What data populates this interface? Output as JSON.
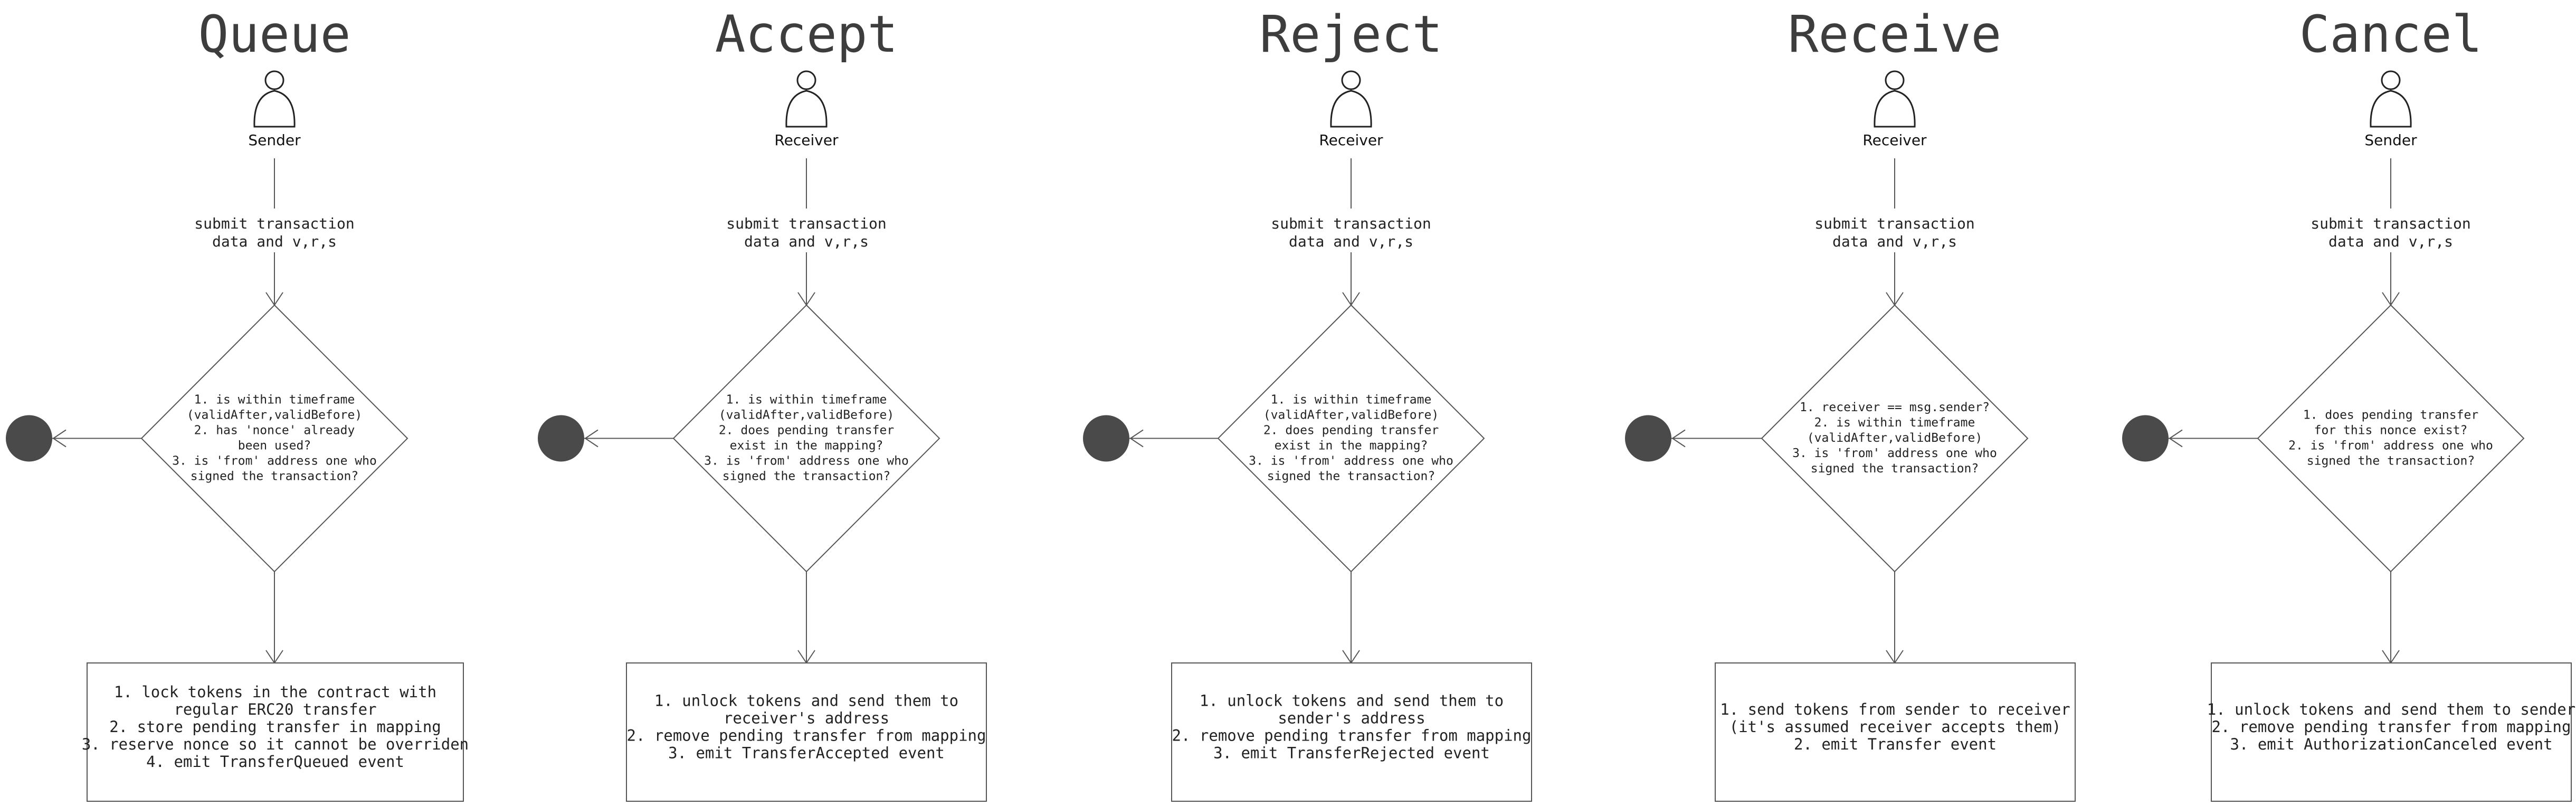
{
  "flows": [
    {
      "title": "Queue",
      "actor": "Sender",
      "edge_label": [
        "submit transaction",
        "data and v,r,s"
      ],
      "condition": [
        "1. is within timeframe",
        "(validAfter,validBefore)",
        "2. has 'nonce' already",
        "been used?",
        "3. is 'from' address one who",
        "signed the transaction?"
      ],
      "result": [
        "1. lock tokens in the contract with",
        "regular ERC20 transfer",
        "2. store pending transfer in mapping",
        "3. reserve nonce so it cannot be overriden",
        "4. emit TransferQueued event"
      ]
    },
    {
      "title": "Accept",
      "actor": "Receiver",
      "edge_label": [
        "submit transaction",
        "data and v,r,s"
      ],
      "condition": [
        "1. is within timeframe",
        "(validAfter,validBefore)",
        "2. does pending transfer",
        "exist in the mapping?",
        "3. is 'from' address one who",
        "signed the transaction?"
      ],
      "result": [
        "1. unlock tokens and send them to",
        "receiver's address",
        "2. remove pending transfer from mapping",
        "3. emit TransferAccepted event"
      ]
    },
    {
      "title": "Reject",
      "actor": "Receiver",
      "edge_label": [
        "submit transaction",
        "data and v,r,s"
      ],
      "condition": [
        "1. is within timeframe",
        "(validAfter,validBefore)",
        "2. does pending transfer",
        "exist in the mapping?",
        "3. is 'from' address one who",
        "signed the transaction?"
      ],
      "result": [
        "1. unlock tokens and send them to",
        "sender's address",
        "2. remove pending transfer from mapping",
        "3. emit TransferRejected event"
      ]
    },
    {
      "title": "Receive",
      "actor": "Receiver",
      "edge_label": [
        "submit transaction",
        "data and v,r,s"
      ],
      "condition": [
        "1. receiver == msg.sender?",
        "2. is within timeframe",
        "(validAfter,validBefore)",
        "3. is 'from' address one who",
        "signed the transaction?"
      ],
      "result": [
        "1. send tokens from sender to receiver",
        "(it's assumed receiver accepts them)",
        "2. emit Transfer event"
      ]
    },
    {
      "title": "Cancel",
      "actor": "Sender",
      "edge_label": [
        "submit transaction",
        "data and v,r,s"
      ],
      "condition": [
        "1. does pending transfer",
        "for this nonce exist?",
        "2. is 'from' address one who",
        "signed the transaction?"
      ],
      "result": [
        "1. unlock tokens and send them to sender",
        "2. remove pending transfer from mapping",
        "3. emit AuthorizationCanceled event"
      ]
    }
  ],
  "colors": {
    "title": "#3d3d3d",
    "line": "#555555",
    "terminal": "#4a4a4a",
    "background": "#ffffff"
  }
}
